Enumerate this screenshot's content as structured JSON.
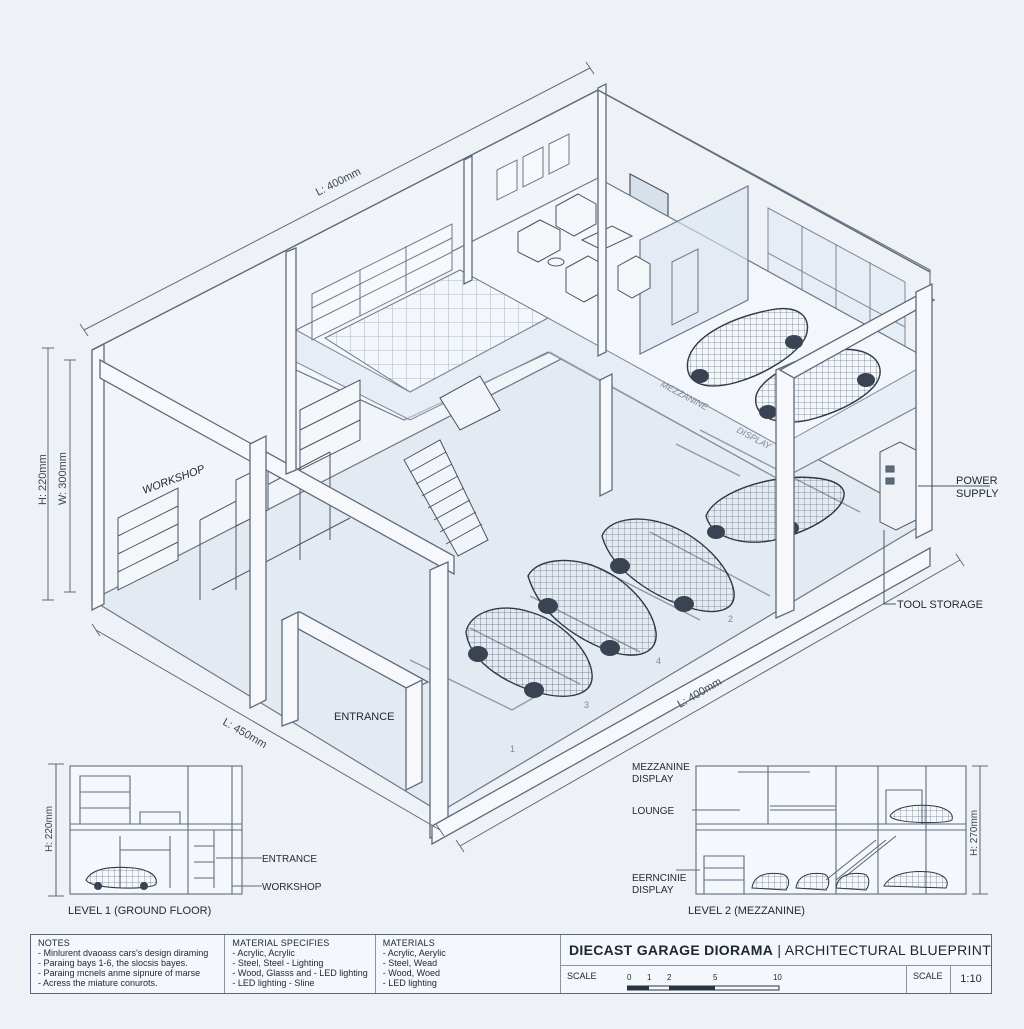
{
  "dimensions": {
    "length_top": "L: 400mm",
    "height": "H: 220mm",
    "width": "W: 300mm",
    "length_left": "L: 450mm",
    "length_right": "L: 400mm"
  },
  "callouts": {
    "workshop": "WORKSHOP",
    "power_supply_1": "POWER",
    "power_supply_2": "SUPPLY",
    "tool_storage": "TOOL STORAGE",
    "entrance": "ENTRANCE",
    "mezzanine_rail": "MEZZANINE",
    "rail_2": "DISPLAY",
    "bay_1": "1",
    "bay_2": "2",
    "bay_3": "3",
    "bay_4": "4"
  },
  "section_level1": {
    "height": "H: 220mm",
    "entrance": "ENTRANCE",
    "workshop": "WORKSHOP",
    "caption": "LEVEL 1 (GROUND FLOOR)"
  },
  "section_level2": {
    "mezzanine_1": "MEZZANINE",
    "mezzanine_2": "DISPLAY",
    "lounge": "LOUNGE",
    "display_1": "EERNCINIE",
    "display_2": "DISPLAY",
    "height": "H: 270mm",
    "caption": "LEVEL 2 (MEZZANINE)"
  },
  "title_block": {
    "notes": {
      "heading": "NOTES",
      "lines": [
        "- Minlurent dvaoass cars's design diraming",
        "- Paraing bays 1-6, the slocsis bayes.",
        "- Paraing mcnels anme sipnure of marse",
        "- Acress the miature conurots."
      ]
    },
    "material_specs": {
      "heading": "MATERIAL SPECIFIES",
      "lines": [
        "- Acrylic, Acrylic",
        "- Steel, Steel - Lighting",
        "- Wood, Glasss and - LED lighting",
        "- LED lighting - Sline"
      ]
    },
    "materials": {
      "heading": "MATERIALS",
      "lines": [
        "- Acrylic, Aerylic",
        "- Steel, Wead",
        "- Wood, Woed",
        "- LED lighting"
      ]
    },
    "title_bold": "DIECAST GARAGE DIORAMA",
    "title_rest": " | ARCHITECTURAL BLUEPRINT",
    "scale_label": "SCALE",
    "scale_ticks": [
      "0",
      "1",
      "2",
      "5",
      "10"
    ],
    "scale_label_2": "SCALE",
    "scale_ratio": "1:10"
  },
  "colors": {
    "background": "#eef2f7",
    "line": "#5f6b7c",
    "glass": "#dbe5f0",
    "floor": "#e4eaf2"
  }
}
